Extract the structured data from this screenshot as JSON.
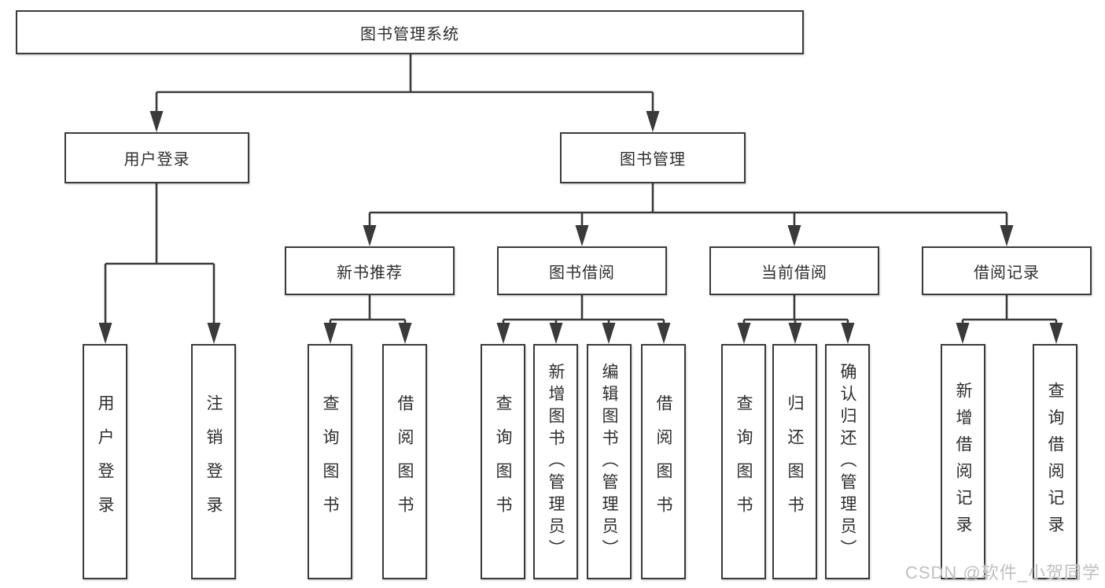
{
  "diagram": {
    "title_note": "library management system function tree",
    "root": {
      "label": "图书管理系统"
    },
    "level2": [
      {
        "label": "用户登录",
        "children": [
          {
            "label": "用户登录"
          },
          {
            "label": "注销登录"
          }
        ]
      },
      {
        "label": "图书管理",
        "children": [
          {
            "label": "新书推荐",
            "children": [
              {
                "label": "查询图书"
              },
              {
                "label": "借阅图书"
              }
            ]
          },
          {
            "label": "图书借阅",
            "children": [
              {
                "label": "查询图书"
              },
              {
                "label": "新增图书（管理员）"
              },
              {
                "label": "编辑图书（管理员）"
              },
              {
                "label": "借阅图书"
              }
            ]
          },
          {
            "label": "当前借阅",
            "children": [
              {
                "label": "查询图书"
              },
              {
                "label": "归还图书"
              },
              {
                "label": "确认归还（管理员）"
              }
            ]
          },
          {
            "label": "借阅记录",
            "children": [
              {
                "label": "新增借阅记录"
              },
              {
                "label": "查询借阅记录"
              }
            ]
          }
        ]
      }
    ]
  },
  "watermark": {
    "text": "CSDN @软件_小贺同学"
  },
  "colors": {
    "line": "#3a3a3a",
    "text": "#2e2e2e",
    "background": "#ffffff",
    "watermark": "#bfbfbf"
  }
}
